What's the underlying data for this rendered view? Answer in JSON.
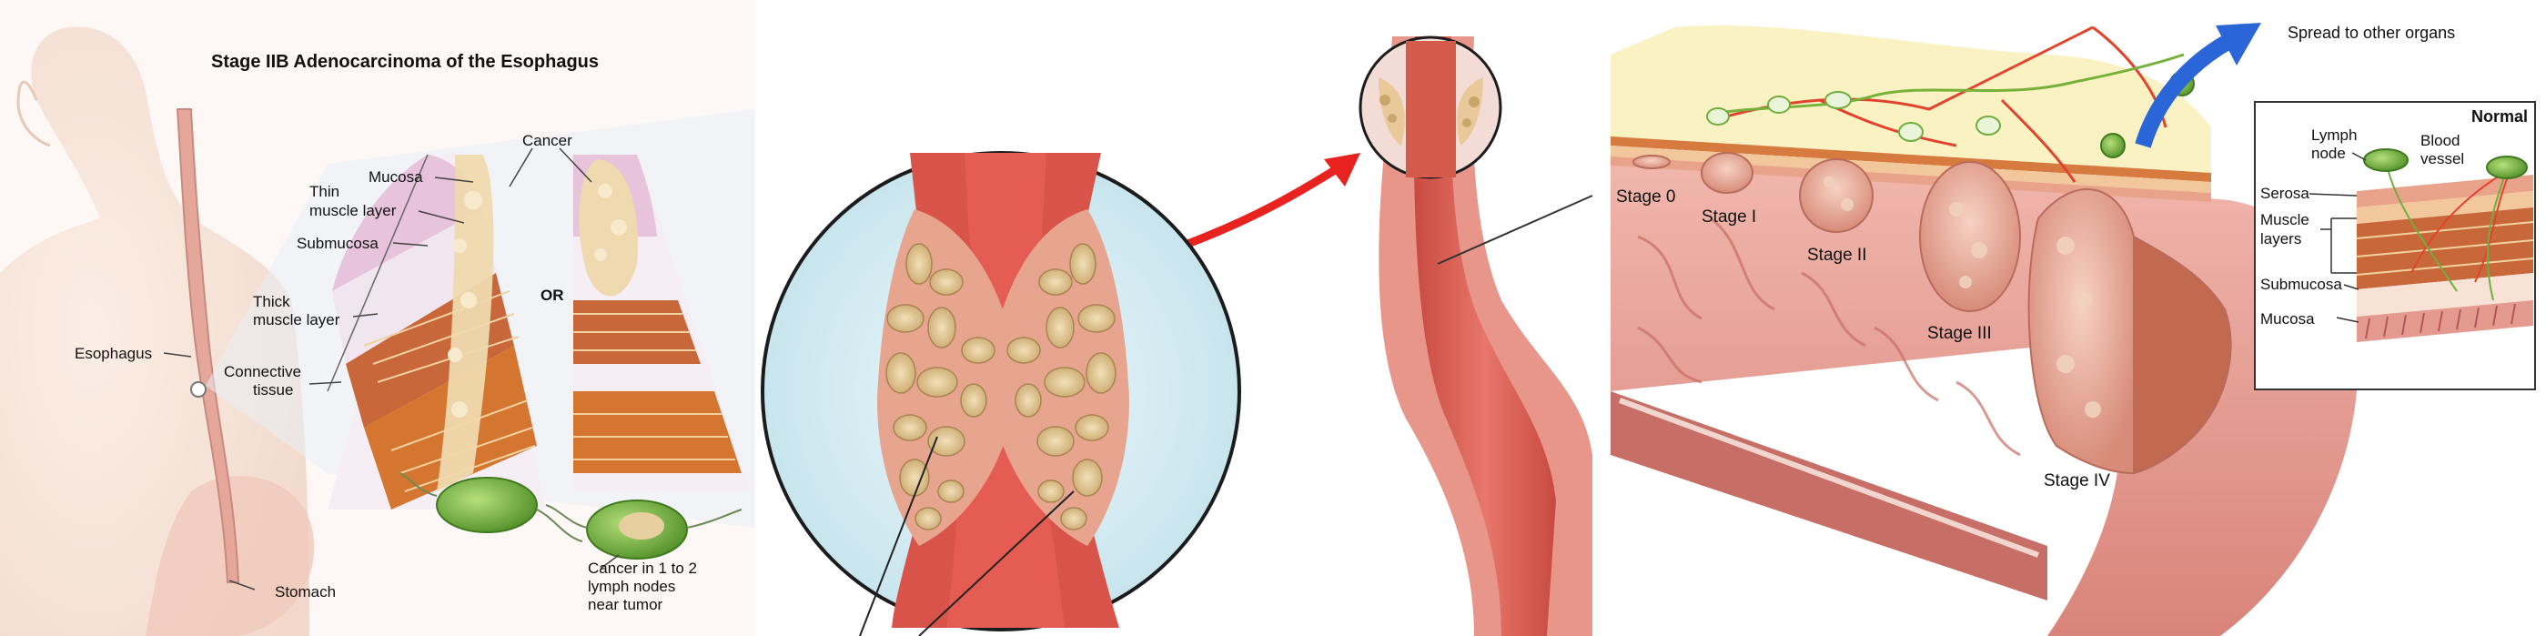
{
  "panel1": {
    "title": "Stage IIB Adenocarcinoma of the Esophagus",
    "labels": {
      "mucosa": "Mucosa",
      "thin_muscle_1": "Thin",
      "thin_muscle_2": "muscle layer",
      "submucosa": "Submucosa",
      "thick_muscle_1": "Thick",
      "thick_muscle_2": "muscle layer",
      "connective_1": "Connective",
      "connective_2": "tissue",
      "esophagus": "Esophagus",
      "stomach": "Stomach",
      "cancer": "Cancer",
      "or": "OR",
      "lymph_1": "Cancer in 1 to 2",
      "lymph_2": "lymph nodes",
      "lymph_3": "near tumor"
    }
  },
  "panel3": {
    "spread": "Spread to other organs",
    "stages": [
      "Stage 0",
      "Stage I",
      "Stage II",
      "Stage III",
      "Stage IV"
    ],
    "inset": {
      "title": "Normal",
      "lymph_1": "Lymph",
      "lymph_2": "node",
      "blood_1": "Blood",
      "blood_2": "vessel",
      "serosa": "Serosa",
      "muscle_1": "Muscle",
      "muscle_2": "layers",
      "submucosa": "Submucosa",
      "mucosa": "Mucosa"
    }
  },
  "colors": {
    "skin": "#f4dccd",
    "esophagus_red": "#c9473f",
    "tumor": "#e8cfa0",
    "muscle": "#c8683a",
    "lymph_green": "#6fae3c",
    "arrow_red": "#e8221e",
    "arrow_blue": "#2b66d8",
    "colon_pink": "#e9a39a"
  }
}
